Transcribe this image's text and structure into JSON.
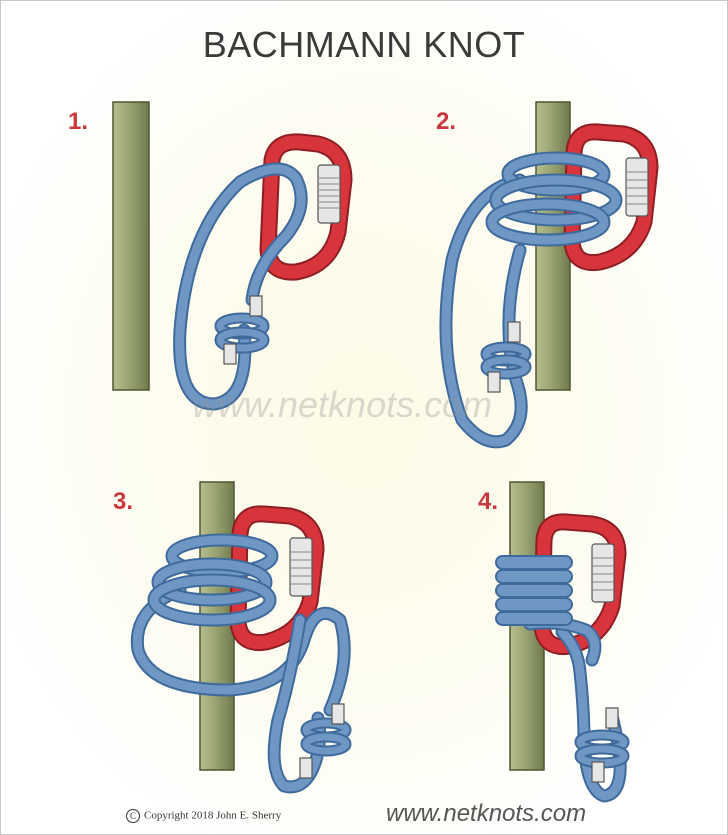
{
  "title": "BACHMANN KNOT",
  "steps": [
    {
      "number": "1."
    },
    {
      "number": "2."
    },
    {
      "number": "3."
    },
    {
      "number": "4."
    }
  ],
  "watermark": "www.netknots.com",
  "copyright": {
    "symbol": "C",
    "text": "Copyright  2018  John E. Sherry"
  },
  "website": "www.netknots.com",
  "colors": {
    "rope": "#6f97c4",
    "rope_dark": "#3f6a9c",
    "carabiner": "#d8343c",
    "pole": "#8f9a68",
    "step_number": "#c8383c"
  }
}
